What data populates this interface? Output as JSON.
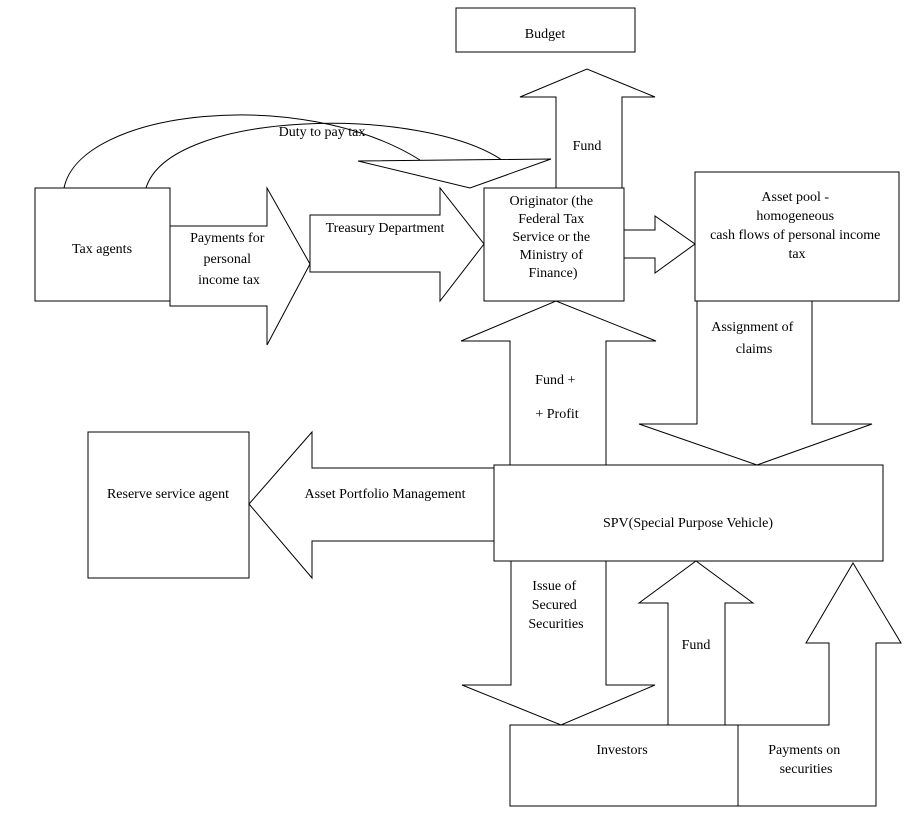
{
  "diagram": {
    "nodes": {
      "budget": "Budget",
      "tax_agents": "Tax agents",
      "originator": [
        "Originator (the",
        "Federal Tax",
        "Service or the",
        "Ministry of",
        "Finance)"
      ],
      "asset_pool": [
        "Asset pool -",
        "homogeneous",
        "cash flows of personal income",
        "tax"
      ],
      "reserve_agent": "Reserve service agent",
      "spv": "SPV(Special Purpose Vehicle)",
      "investors": "Investors"
    },
    "edges": {
      "duty_to_pay_tax": "Duty to pay tax",
      "payments_income_tax": [
        "Payments for",
        "personal",
        "income tax"
      ],
      "treasury_department": "Treasury  Department",
      "fund_to_budget": "Fund",
      "assignment_of_claims": [
        "Assignment of",
        "claims"
      ],
      "fund_profit": [
        "Fund +",
        "+ Profit"
      ],
      "asset_portfolio_management": "Asset Portfolio Management",
      "issue_securities": [
        "Issue of",
        "Secured",
        "Securities"
      ],
      "fund_from_investors": "Fund",
      "payments_on_securities": [
        "Payments on",
        "securities"
      ]
    }
  }
}
